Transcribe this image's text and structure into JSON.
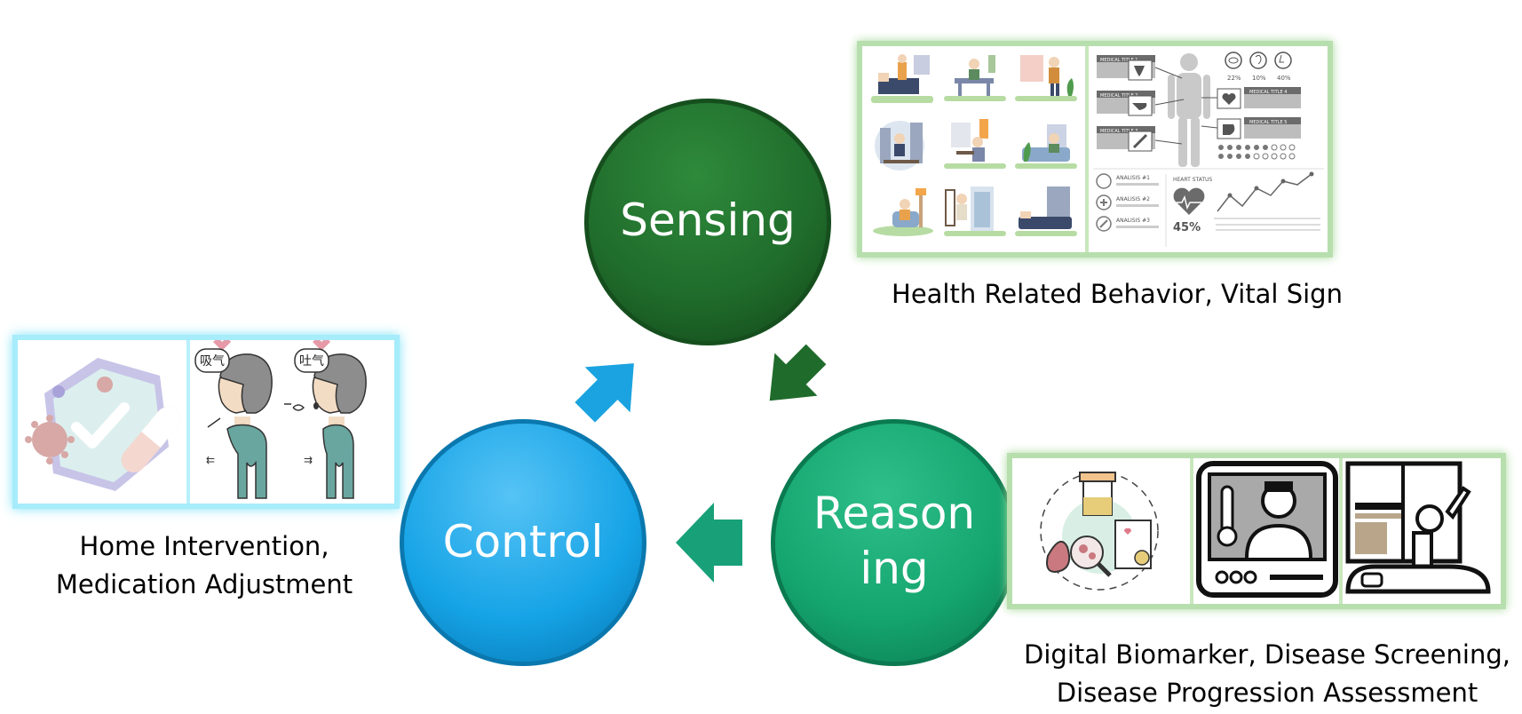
{
  "cycle": {
    "sensing": {
      "label": "Sensing",
      "color": "#1e6b2a"
    },
    "reasoning": {
      "line1": "Reason",
      "line2": "ing",
      "color": "#17a873"
    },
    "control": {
      "label": "Control",
      "color": "#1aa7e8"
    }
  },
  "captions": {
    "sensing": "Health Related Behavior, Vital Sign",
    "reasoning_line1": "Digital Biomarker, Disease Screening,",
    "reasoning_line2": "Disease Progression Assessment",
    "control_line1": "Home Intervention,",
    "control_line2": "Medication Adjustment"
  },
  "intervention_panel": {
    "inhale_label": "吸气",
    "exhale_label": "吐气"
  },
  "vitals_panel": {
    "medical_title_1": "MEDICAL TITLE 1",
    "medical_title_2": "MEDICAL TITLE 2",
    "medical_title_3": "MEDICAL TITLE 3",
    "medical_title_4": "MEDICAL TITLE 4",
    "medical_title_5": "MEDICAL TITLE 5",
    "pct_eye": "22%",
    "pct_ear": "10%",
    "pct_nose": "40%",
    "analysis_1": "ANALISIS #1",
    "analysis_2": "ANALISIS #2",
    "analysis_3": "ANALISIS #3",
    "heart_status_label": "HEART STATUS",
    "heart_status_value": "45%"
  }
}
